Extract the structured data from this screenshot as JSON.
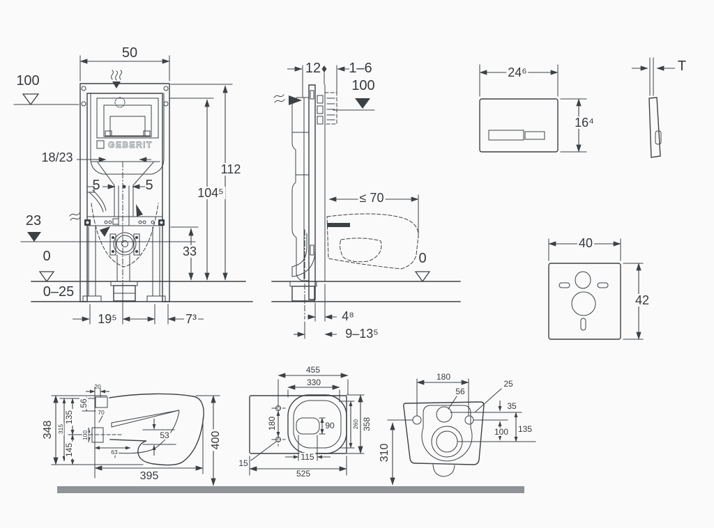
{
  "colors": {
    "line": "#3c4145",
    "label": "#36393c",
    "floor_bar": "#8f9296",
    "background": "#fafafa"
  },
  "frame_front": {
    "logo": "GEBERIT",
    "width": "50",
    "supply_level": "100",
    "funnel_range": "18/23",
    "offset_left": "5",
    "offset_right": "5",
    "outlet_level": "23",
    "floor_level": "0",
    "floor_range": "0–25",
    "dim_195": "19⁵",
    "dim_73": "7³",
    "dim_33": "33",
    "dim_1045": "104⁵",
    "dim_112": "112"
  },
  "frame_side": {
    "rail_depth": "12",
    "wall_gap": "1–6",
    "supply_level": "100",
    "wc_depth": "≤ 70",
    "floor_level": "0",
    "dim_48": "4⁸",
    "outlet_range": "9–13⁵"
  },
  "flush_plate": {
    "width": "24⁶",
    "height": "16⁴",
    "thickness": "T"
  },
  "sound_pad": {
    "width": "40",
    "height": "42"
  },
  "wc_side": {
    "height": "348",
    "top_offset": "20",
    "dim_56": "56",
    "dim_70": "70",
    "dim_135": "135",
    "dim_315": "315",
    "dim_100": "100",
    "dim_145": "145",
    "dim_63": "63",
    "dim_53": "53",
    "depth": "395",
    "install_height": "400"
  },
  "wc_top": {
    "width_outer": "455",
    "width_inner": "330",
    "hole_spacing": "180",
    "dim_90": "90",
    "dim_260": "260",
    "depth": "358",
    "dim_115": "115",
    "dim_15": "15",
    "length": "525"
  },
  "wc_rear": {
    "hole_spacing": "180",
    "dim_56": "56",
    "dim_25": "25",
    "dim_35": "35",
    "dim_100": "100",
    "dim_135": "135",
    "height": "310"
  }
}
